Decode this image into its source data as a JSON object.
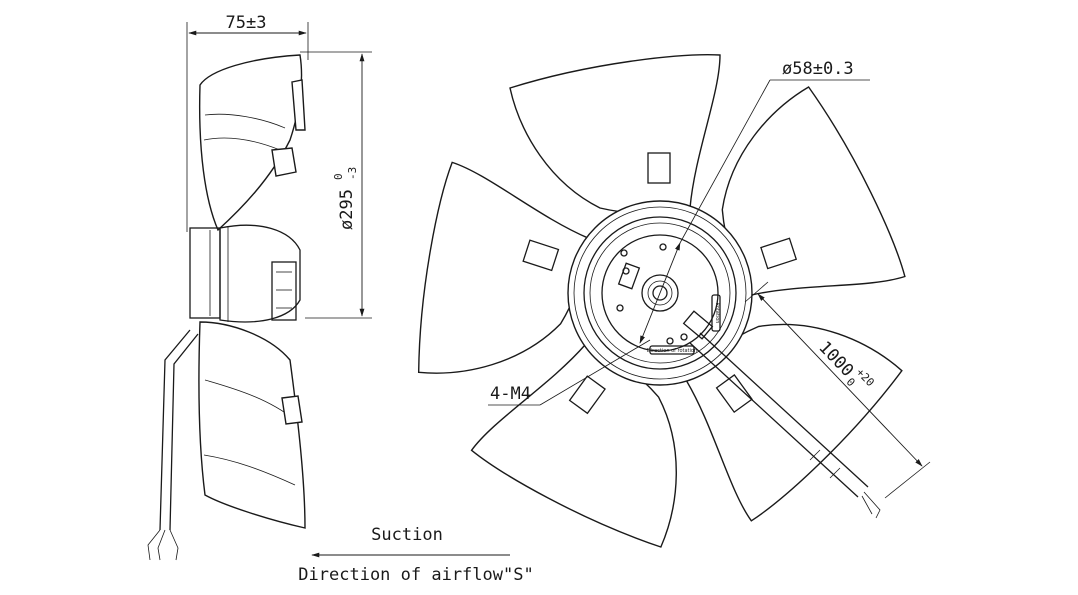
{
  "dimensions": {
    "width_label": "75±3",
    "diameter_label": "ø295",
    "diameter_tol_upper": "0",
    "diameter_tol_lower": "-3",
    "hub_label": "ø58±0.3",
    "cable_label": "1000",
    "cable_tol_upper": "+20",
    "cable_tol_lower": "0",
    "screw_label": "4-M4"
  },
  "airflow": {
    "suction_label": "Suction",
    "direction_label": "Direction of airflow\"S\""
  },
  "motor": {
    "label_text": "Direction of rotation",
    "label_text_2": "Rotation"
  },
  "colors": {
    "line": "#1a1a1a",
    "background": "#ffffff"
  }
}
